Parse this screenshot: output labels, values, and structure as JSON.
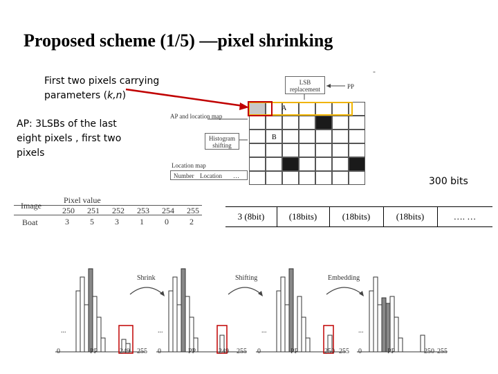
{
  "title": "Proposed scheme (1/5) —pixel shrinking",
  "dash": "-",
  "note_params": {
    "line1": "First two pixels carrying",
    "line2_prefix": "parameters (",
    "line2_var": "k,n",
    "line2_suffix": ")"
  },
  "note_ap": {
    "line1": "AP:  3LSBs of the last",
    "line2": "eight pixels , first two",
    "line3": "pixels"
  },
  "diagram": {
    "lsb_box": "LSB replacement",
    "pp": "PP",
    "ap_label": "AP and location map",
    "hist_box": "Histogram shifting",
    "location_map": "Location map",
    "number": "Number",
    "location": "Location",
    "ellipsis": "…",
    "label_a": "A",
    "label_b": "B"
  },
  "bits_label": "300 bits",
  "segments": [
    "3 (8bit)",
    "(18bits)",
    "(18bits)",
    "(18bits)",
    "….  …"
  ],
  "pixel_table": {
    "header": "Pixel value",
    "row1_label": "Image",
    "row2_label": "Boat",
    "values": [
      "250",
      "251",
      "252",
      "253",
      "254",
      "255"
    ],
    "counts": [
      "3",
      "5",
      "3",
      "1",
      "0",
      "2"
    ]
  },
  "histograms": {
    "labels": [
      {
        "zero": "0",
        "pp": "PP",
        "a": "249",
        "b": "255",
        "dots": "..."
      },
      {
        "zero": "0",
        "pp": "PP",
        "a": "249",
        "b": "255",
        "dots": "..."
      },
      {
        "zero": "0",
        "pp": "PP",
        "a": "250",
        "b": "255",
        "dots": "..."
      },
      {
        "zero": "0",
        "pp": "PP",
        "a": "250",
        "b": "255",
        "dots": "..."
      }
    ],
    "steps": [
      "Shrink",
      "Shifting",
      "Embedding"
    ]
  },
  "colors": {
    "highlight_red": "#c00000",
    "highlight_yellow": "#f0b400",
    "arrow_red": "#c00000"
  }
}
